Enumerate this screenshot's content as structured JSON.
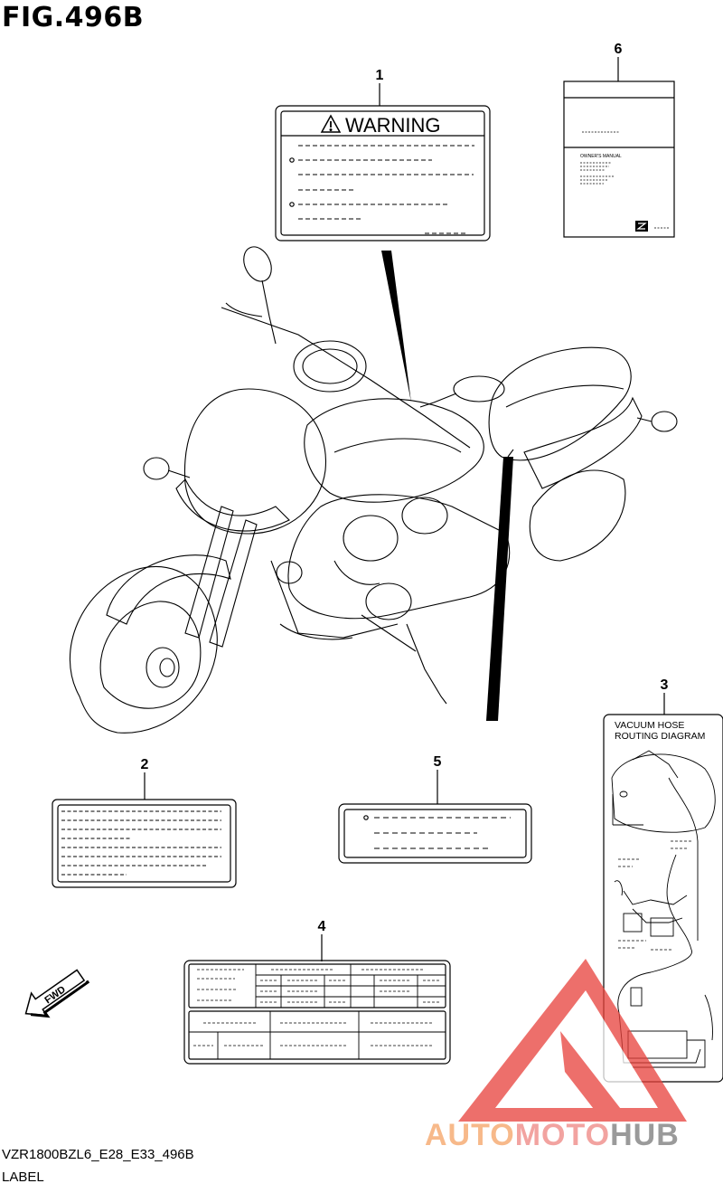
{
  "figure": {
    "title": "FIG.496B"
  },
  "callouts": [
    {
      "id": "1",
      "part": "warning-label"
    },
    {
      "id": "2",
      "part": "label-2"
    },
    {
      "id": "3",
      "part": "vacuum-hose-routing-label"
    },
    {
      "id": "4",
      "part": "information-label"
    },
    {
      "id": "5",
      "part": "label-5"
    },
    {
      "id": "6",
      "part": "owners-manual"
    }
  ],
  "warning_label": {
    "heading": "WARNING",
    "icon": "warning-triangle-icon"
  },
  "owners_manual": {
    "title": "OWNER'S MANUAL"
  },
  "vacuum_label": {
    "line1": "VACUUM HOSE",
    "line2": "ROUTING DIAGRAM"
  },
  "fwd_arrow": {
    "text": "FWD",
    "icon": "forward-arrow-icon"
  },
  "footer": {
    "model": "VZR1800BZL6_E28_E33_496B",
    "section": "LABEL"
  },
  "watermark": {
    "part1": "AUTO",
    "part2": "MOTO",
    "part3": "HUB",
    "accent": "#e8403a"
  }
}
